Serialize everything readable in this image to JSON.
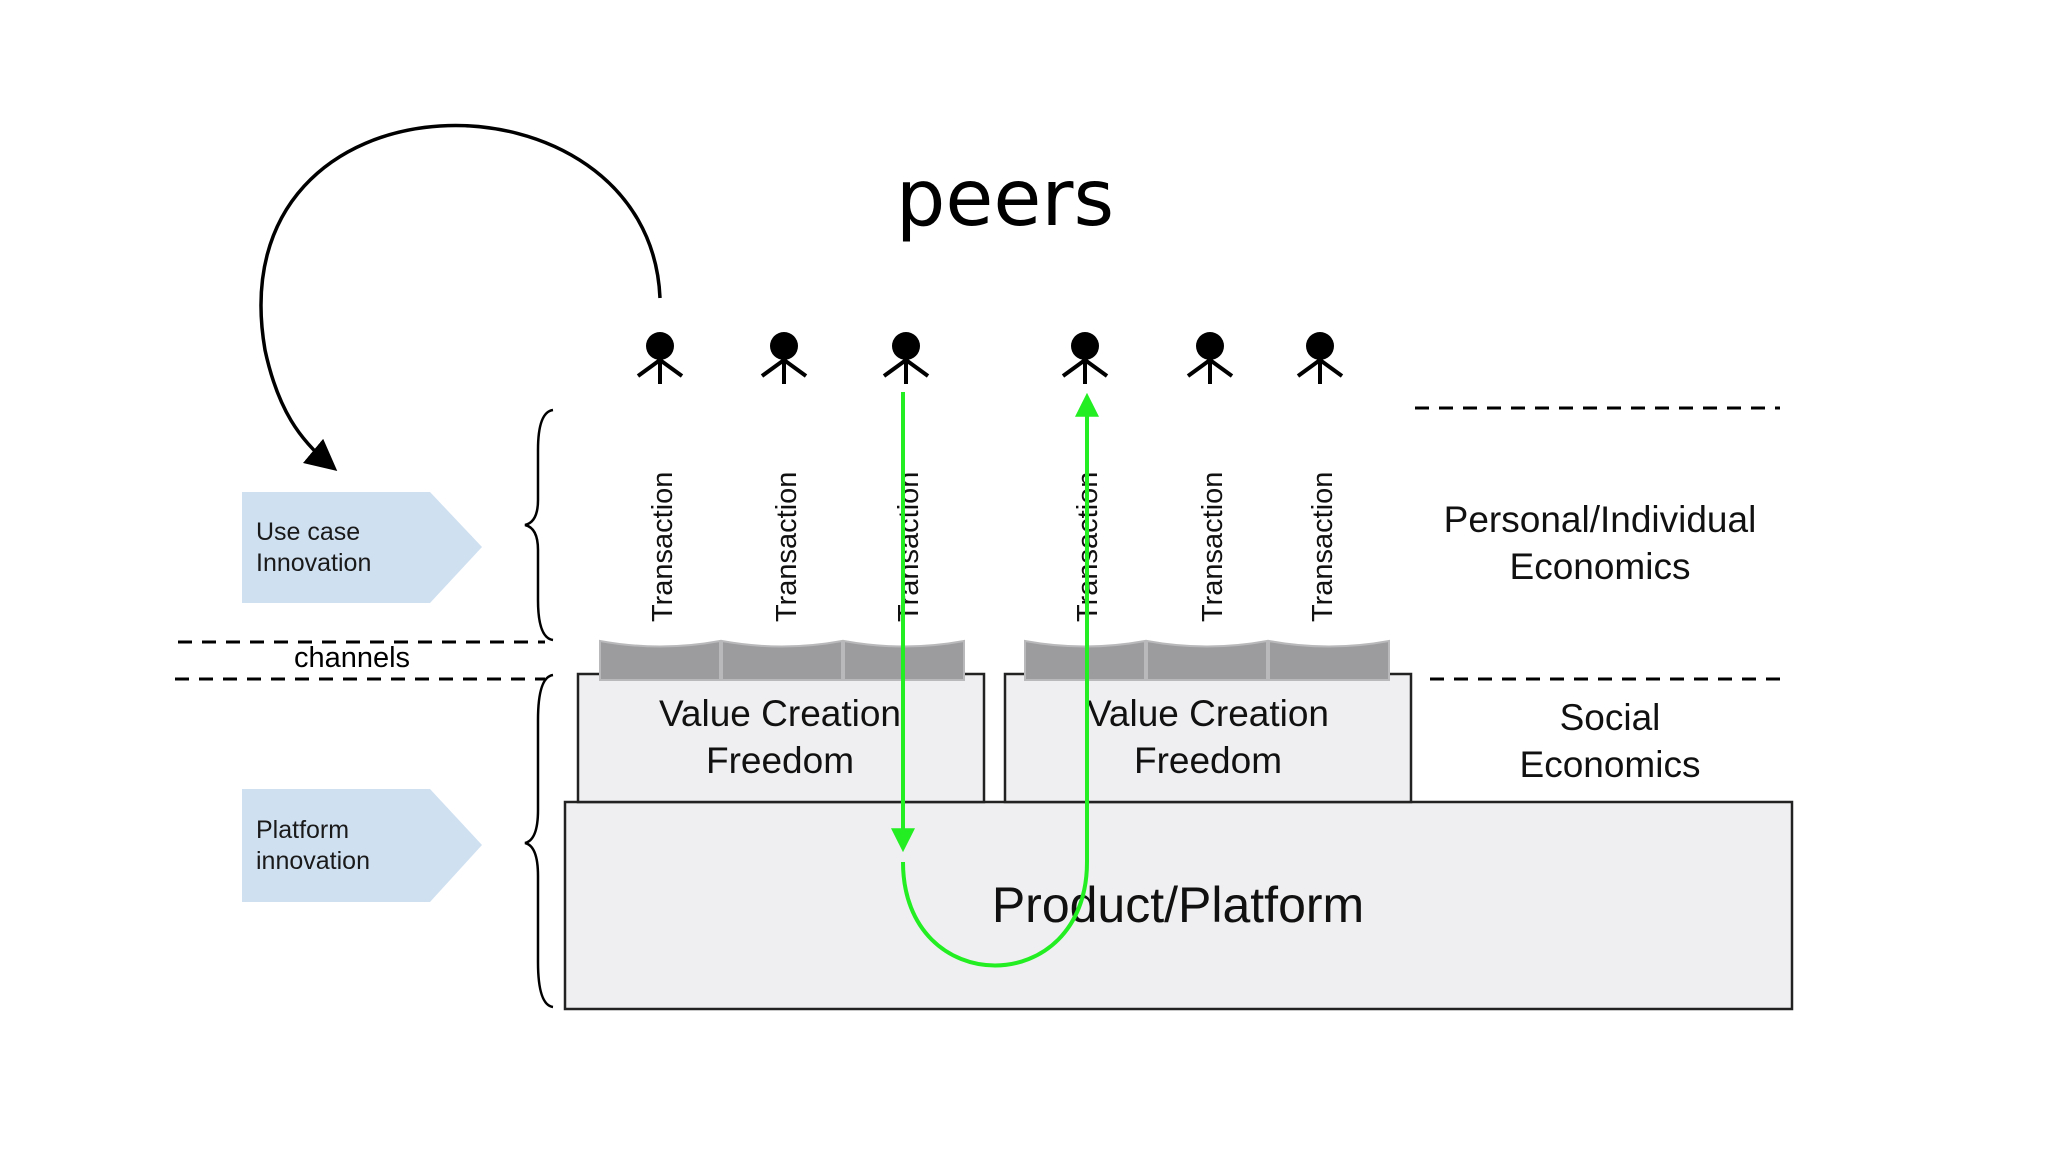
{
  "title": "peers",
  "peer_count": 6,
  "transaction_label": "Transaction",
  "channels_label": "channels",
  "callouts": {
    "use_case": [
      "Use case",
      "Innovation"
    ],
    "platform": [
      "Platform",
      "innovation"
    ]
  },
  "value_boxes": [
    {
      "line1": "Value Creation",
      "line2": "Freedom"
    },
    {
      "line1": "Value Creation",
      "line2": "Freedom"
    }
  ],
  "platform_label": "Product/Platform",
  "economics": {
    "personal": [
      "Personal/Individual",
      "Economics"
    ],
    "social": [
      "Social",
      "Economics"
    ]
  },
  "colors": {
    "callout_fill": "#cfe0f1",
    "box_fill": "#efeff1",
    "channel_fill": "#9c9c9e",
    "flow_arrow": "#22ee22",
    "line": "#000000"
  }
}
